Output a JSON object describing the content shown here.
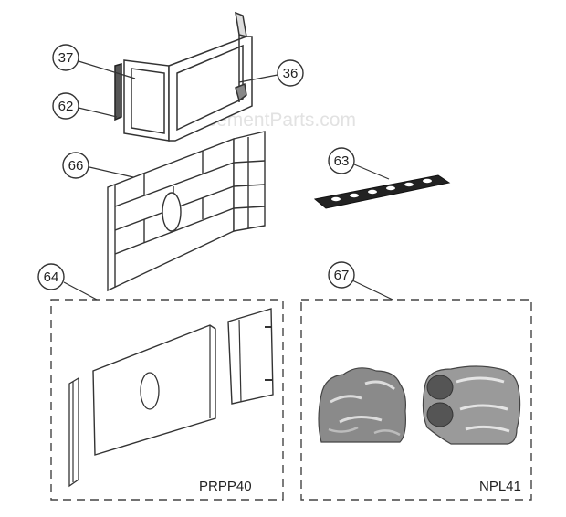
{
  "watermark": "eReplacementParts.com",
  "callouts": {
    "p37": "37",
    "p36": "36",
    "p62": "62",
    "p66": "66",
    "p63": "63",
    "p64": "64",
    "p67": "67"
  },
  "kits": {
    "refractory_kit_label": "PRPP40",
    "log_kit_label": "NPL41"
  }
}
